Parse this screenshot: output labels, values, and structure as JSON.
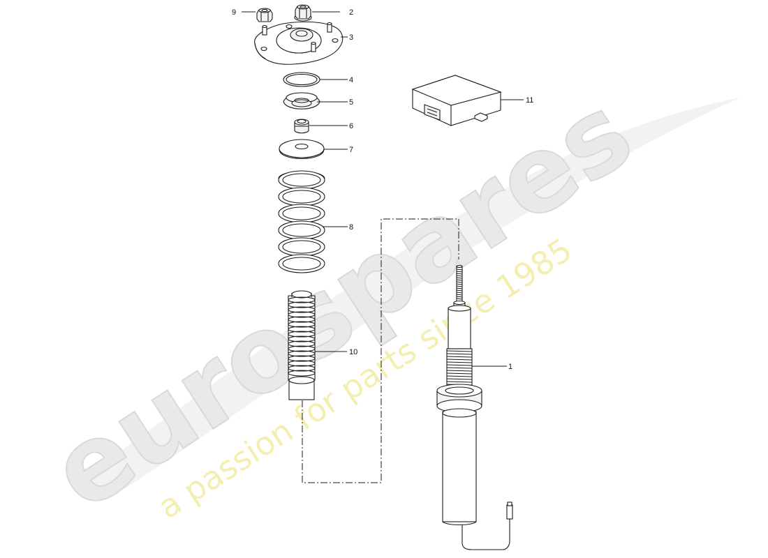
{
  "watermark": {
    "brand": "eurospares",
    "tagline": "a passion for parts since 1985"
  },
  "callouts": {
    "c1": "1",
    "c2": "2",
    "c3": "3",
    "c4": "4",
    "c5": "5",
    "c6": "6",
    "c7": "7",
    "c8": "8",
    "c9": "9",
    "c10": "10",
    "c11": "11"
  }
}
